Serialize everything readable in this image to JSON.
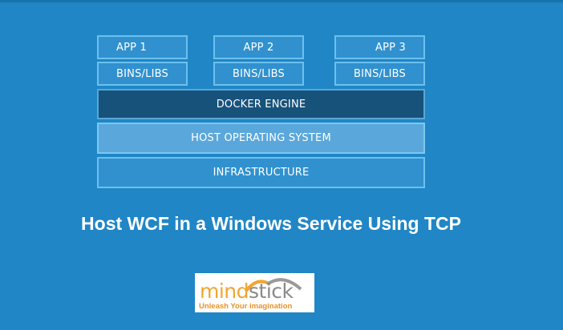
{
  "diagram": {
    "apps": [
      {
        "app": "APP 1",
        "libs": "BINS/LIBS"
      },
      {
        "app": "APP 2",
        "libs": "BINS/LIBS"
      },
      {
        "app": "APP 3",
        "libs": "BINS/LIBS"
      }
    ],
    "layers": {
      "engine": "DOCKER ENGINE",
      "host_os": "HOST OPERATING SYSTEM",
      "infrastructure": "INFRASTRUCTURE"
    },
    "colors": {
      "background": "#2086c6",
      "box": "#3191cf",
      "engine": "#17527b",
      "host_os": "#5aa8db",
      "border": "#6cc0ee"
    }
  },
  "title": "Host WCF in a Windows Service Using TCP",
  "logo": {
    "word_part1": "mind",
    "word_part2": "stick",
    "tagline": "Unleash Your imagination"
  }
}
